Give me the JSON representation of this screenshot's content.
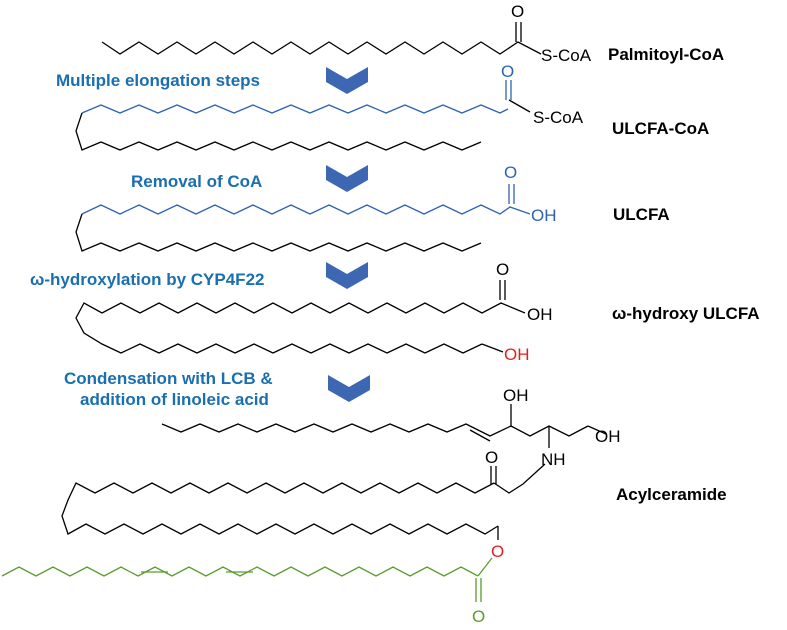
{
  "colors": {
    "black": "#000000",
    "blue_text": "#1a6fb0",
    "blue_chain": "#2f62b5",
    "arrow": "#3d67b3",
    "red": "#e41e1e",
    "green": "#5a9c2e"
  },
  "molecules": {
    "palmitoyl": {
      "name": "Palmitoyl-CoA",
      "carbonyl_O": "O",
      "thioester": "S-CoA"
    },
    "ulcfa_coa": {
      "name": "ULCFA-CoA",
      "carbonyl_O": "O",
      "thioester": "S-CoA"
    },
    "ulcfa": {
      "name": "ULCFA",
      "carbonyl_O": "O",
      "acid": "OH"
    },
    "hydroxy_ulcfa": {
      "name": "ω-hydroxy ULCFA",
      "carbonyl_O": "O",
      "acid": "OH",
      "terminal_oh": "OH"
    },
    "acylceramide": {
      "name": "Acylceramide",
      "oh_top": "OH",
      "oh_right": "OH",
      "nh": "NH",
      "amide_O": "O",
      "ester_O": "O",
      "ester_carbonyl_O": "O"
    }
  },
  "steps": {
    "elongation": "Multiple elongation steps",
    "removal": "Removal of CoA",
    "hydroxylation": "ω-hydroxylation by CYP4F22",
    "condensation_line1": "Condensation with LCB &",
    "condensation_line2": "addition of linoleic acid"
  },
  "arrow_icon": "chevron-down-icon"
}
